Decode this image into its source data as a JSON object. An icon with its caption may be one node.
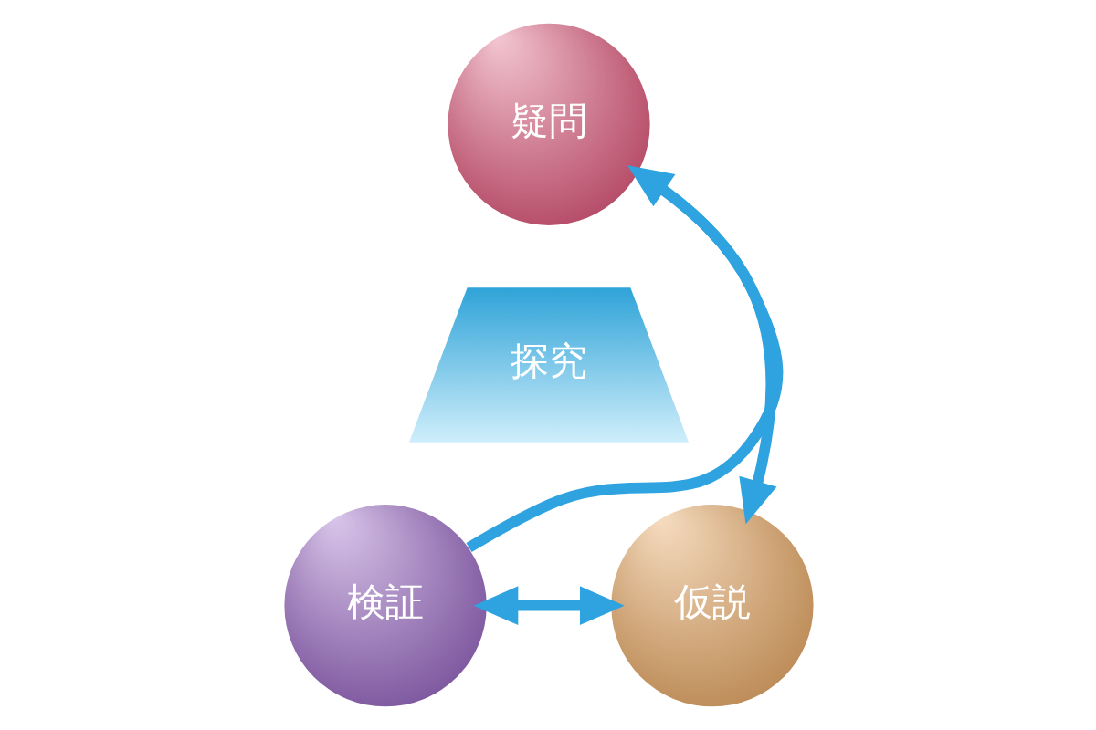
{
  "diagram": {
    "nodes": [
      {
        "text": [
          "疑問"
        ]
      },
      {
        "text": [
          "探究"
        ]
      },
      {
        "text": [
          "検証"
        ]
      },
      {
        "text": [
          "仮説"
        ]
      }
    ],
    "edges": [
      {
        "from": 0,
        "to": 3,
        "arrow": "to"
      },
      {
        "from": 3,
        "to": 2,
        "arrow": "both"
      },
      {
        "from": 2,
        "to": 0,
        "arrow": "to"
      }
    ]
  }
}
